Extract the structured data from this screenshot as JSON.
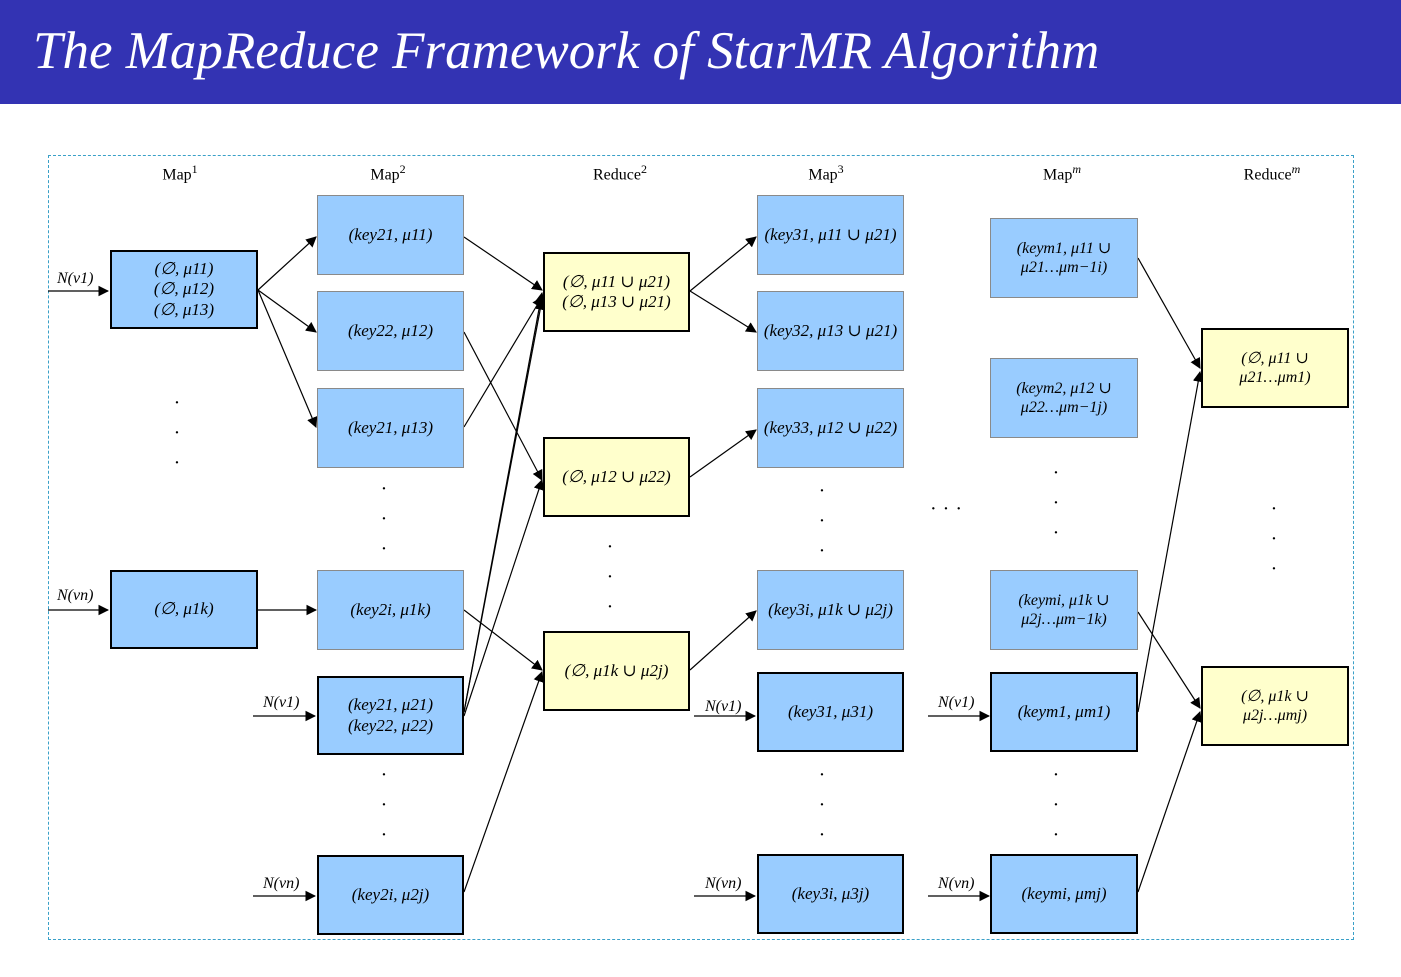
{
  "title": "The MapReduce Framework of StarMR Algorithm",
  "headers": {
    "map1": {
      "base": "Map",
      "sup": "1"
    },
    "map2": {
      "base": "Map",
      "sup": "2"
    },
    "reduce2": {
      "base": "Reduce",
      "sup": "2"
    },
    "map3": {
      "base": "Map",
      "sup": "3"
    },
    "mapm": {
      "base": "Map",
      "sup": "m"
    },
    "reducem": {
      "base": "Reduce",
      "sup": "m"
    }
  },
  "inputs": {
    "v1": "N(v1)",
    "vn": "N(vn)"
  },
  "boxes": {
    "m1_top": [
      "(∅, μ11)",
      "(∅, μ12)",
      "(∅, μ13)"
    ],
    "m1_bottom": [
      "(∅, μ1k)"
    ],
    "m2_a": [
      "(key21, μ11)"
    ],
    "m2_b": [
      "(key22, μ12)"
    ],
    "m2_c": [
      "(key21, μ13)"
    ],
    "m2_d": [
      "(key2i, μ1k)"
    ],
    "m2_e": [
      "(key21, μ21)",
      "(key22, μ22)"
    ],
    "m2_f": [
      "(key2i, μ2j)"
    ],
    "r2_a": [
      "(∅, μ11 ∪ μ21)",
      "(∅, μ13 ∪ μ21)"
    ],
    "r2_b": [
      "(∅, μ12 ∪ μ22)"
    ],
    "r2_c": [
      "(∅, μ1k ∪ μ2j)"
    ],
    "m3_a": [
      "(key31, μ11 ∪ μ21)"
    ],
    "m3_b": [
      "(key32, μ13 ∪ μ21)"
    ],
    "m3_c": [
      "(key33, μ12 ∪ μ22)"
    ],
    "m3_d": [
      "(key3i, μ1k ∪ μ2j)"
    ],
    "m3_e": [
      "(key31, μ31)"
    ],
    "m3_f": [
      "(key3i, μ3j)"
    ],
    "mm_a": [
      "(keym1, μ11 ∪",
      "μ21…μm−1i)"
    ],
    "mm_b": [
      "(keym2, μ12 ∪",
      "μ22…μm−1j)"
    ],
    "mm_c": [
      "(keymi, μ1k ∪",
      "μ2j…μm−1k)"
    ],
    "mm_d": [
      "(keym1, μm1)"
    ],
    "mm_e": [
      "(keymi, μmj)"
    ],
    "rm_a": [
      "(∅, μ11 ∪",
      "μ21…μm1)"
    ],
    "rm_b": [
      "(∅, μ1k ∪",
      "μ2j…μmj)"
    ]
  },
  "colors": {
    "title_bar": "#3333b3",
    "map_box": "#99ccff",
    "reduce_box": "#ffffcc",
    "frame": "#3aa0c8"
  }
}
